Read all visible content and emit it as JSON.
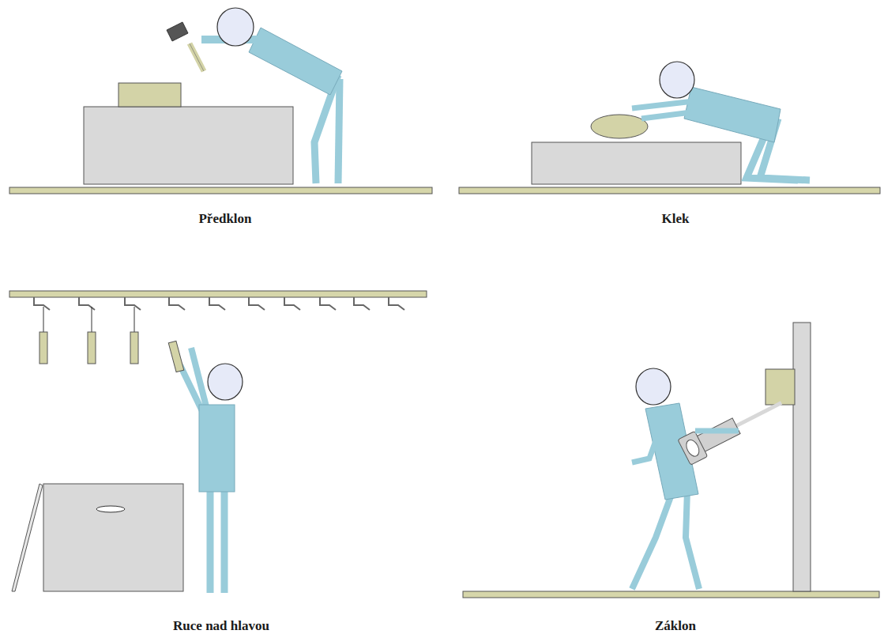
{
  "diagram": {
    "labels": [
      "Předklon",
      "Klek",
      "Ruce nad hlavou",
      "Záklon"
    ]
  }
}
